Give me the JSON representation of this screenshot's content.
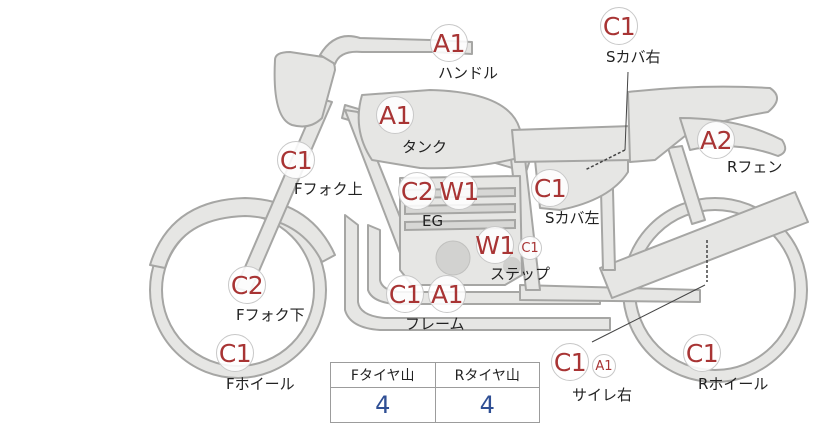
{
  "parts": [
    {
      "id": "handle",
      "label": "ハンドル",
      "codes": [
        "A1"
      ]
    },
    {
      "id": "seat-cover-right",
      "label": "Sカバ右",
      "codes": [
        "C1"
      ]
    },
    {
      "id": "tank",
      "label": "タンク",
      "codes": [
        "A1"
      ]
    },
    {
      "id": "front-fork-upper",
      "label": "Fフォク上",
      "codes": [
        "C1"
      ]
    },
    {
      "id": "rear-fender",
      "label": "Rフェン",
      "codes": [
        "A2"
      ]
    },
    {
      "id": "engine",
      "label": "EG",
      "codes": [
        "C2",
        "W1"
      ]
    },
    {
      "id": "seat-cover-left",
      "label": "Sカバ左",
      "codes": [
        "C1"
      ]
    },
    {
      "id": "step",
      "label": "ステップ",
      "codes": [
        "W1",
        "C1"
      ]
    },
    {
      "id": "front-fork-lower",
      "label": "Fフォク下",
      "codes": [
        "C2"
      ]
    },
    {
      "id": "frame",
      "label": "フレーム",
      "codes": [
        "C1",
        "A1"
      ]
    },
    {
      "id": "front-wheel",
      "label": "Fホイール",
      "codes": [
        "C1"
      ]
    },
    {
      "id": "muffler-right",
      "label": "サイレ右",
      "codes": [
        "C1",
        "A1"
      ]
    },
    {
      "id": "rear-wheel",
      "label": "Rホイール",
      "codes": [
        "C1"
      ]
    }
  ],
  "tread_table": {
    "headers": [
      "Fタイヤ山",
      "Rタイヤ山"
    ],
    "values": [
      "4",
      "4"
    ]
  },
  "colors": {
    "grade_code": "#a83434",
    "tread_value": "#2f4f94",
    "bike_fill": "#e6e6e4",
    "bike_outline": "#a6a6a4"
  }
}
